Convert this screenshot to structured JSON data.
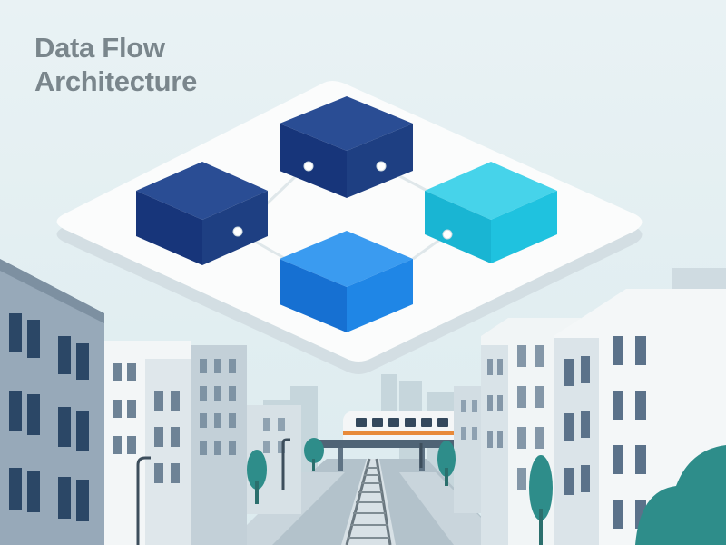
{
  "title": {
    "line1": "Data Flow",
    "line2": "Architecture"
  },
  "colors": {
    "background": "#e7f1f3",
    "title_text": "#7a868c",
    "platform": "#fbfcfc",
    "block_dark_navy": "#1e3f82",
    "block_cyan": "#1fc2df",
    "block_bright_blue": "#1f86e6",
    "building_light": "#f3f6f7",
    "building_blue_gray": "#97a9b9",
    "window": "#2b4766",
    "tree": "#2e8d8a",
    "train_stripe": "#e88a3a",
    "road": "#a9b8c2",
    "rail": "#6b7880"
  },
  "icons": [
    "isometric-block",
    "connector-node",
    "train",
    "tree",
    "street-lamp",
    "building"
  ]
}
